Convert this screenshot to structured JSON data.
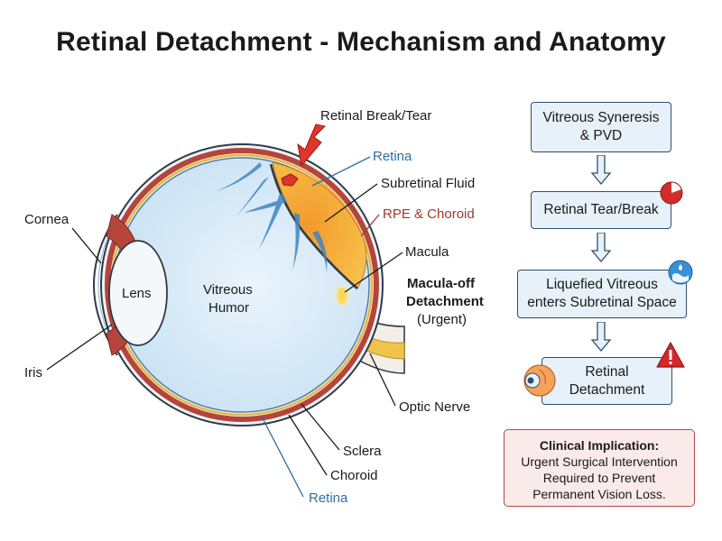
{
  "title": "Retinal Detachment - Mechanism and Anatomy",
  "eye_labels": {
    "retinal_break": "Retinal Break/Tear",
    "retina_top": "Retina",
    "subretinal_fluid": "Subretinal Fluid",
    "rpe_choroid": "RPE & Choroid",
    "macula": "Macula",
    "macula_off_line1": "Macula-off",
    "macula_off_line2": "Detachment",
    "macula_off_line3": "(Urgent)",
    "cornea": "Cornea",
    "lens": "Lens",
    "vitreous_line1": "Vitreous",
    "vitreous_line2": "Humor",
    "iris": "Iris",
    "optic_nerve": "Optic Nerve",
    "sclera": "Sclera",
    "choroid": "Choroid",
    "retina_bottom": "Retina"
  },
  "flowchart": {
    "steps": [
      "Vitreous Syneresis\n& PVD",
      "Retinal Tear/Break",
      "Liquefied Vitreous\nenters Subretinal Space",
      "Retinal\nDetachment"
    ],
    "icons": [
      "tear-wedge-icon",
      "water-drop-icon",
      "eye-icon",
      "warning-triangle-icon"
    ]
  },
  "implication": {
    "heading": "Clinical Implication:",
    "body": "Urgent Surgical Intervention\nRequired to Prevent\nPermanent Vision Loss."
  },
  "colors": {
    "step_fill": "#e7f1f9",
    "step_border": "#2e4f6d",
    "implication_fill": "#fbeaea",
    "implication_border": "#b4484a",
    "vitreous": "#d8ebf8",
    "detached_retina": "#f6b23c",
    "choroid": "#b5453a",
    "arrow": "#e0352b",
    "retina_label": "#2f6f9f",
    "rpe_label": "#a03a2c"
  }
}
